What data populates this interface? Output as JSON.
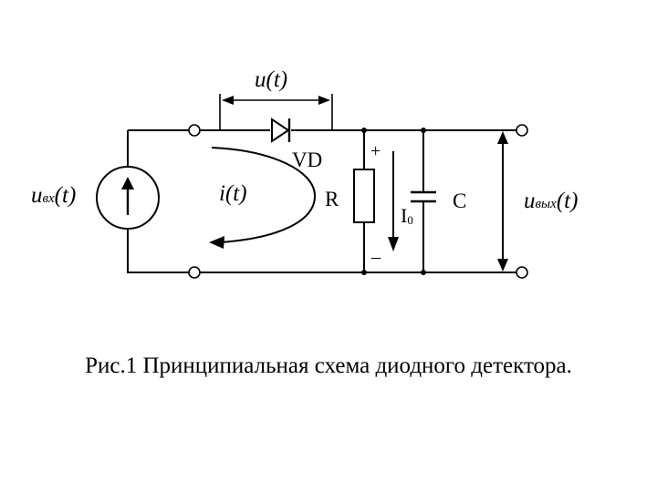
{
  "diagram": {
    "labels": {
      "u_t": "u(t)",
      "u_in": "u",
      "u_in_sub": "вх",
      "u_in_arg": "(t)",
      "i_t": "i(t)",
      "vd": "VD",
      "r": "R",
      "i0": "I",
      "i0_sub": "0",
      "c": "C",
      "plus": "+",
      "minus": "–",
      "u_out": "u",
      "u_out_sub": "вых",
      "u_out_arg": "(t)"
    },
    "caption": "Рис.1 Принципиальная схема диодного детектора."
  }
}
